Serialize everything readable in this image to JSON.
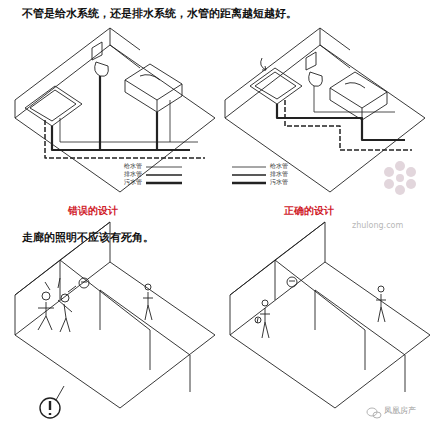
{
  "diagram": {
    "title": "不管是给水系统，还是排水系统，水管的距离越短越好。",
    "labels": [
      "错误的设计",
      "正确的设计",
      "走廊的照明不应该有死角。",
      "zhulong.com",
      "凤凰房产"
    ],
    "legend": [
      {
        "text": "给水管"
      },
      {
        "text": "排水管"
      },
      {
        "text": "污水管"
      },
      {
        "text": "给水管"
      },
      {
        "text": "排水管"
      },
      {
        "text": "污水管"
      }
    ]
  }
}
